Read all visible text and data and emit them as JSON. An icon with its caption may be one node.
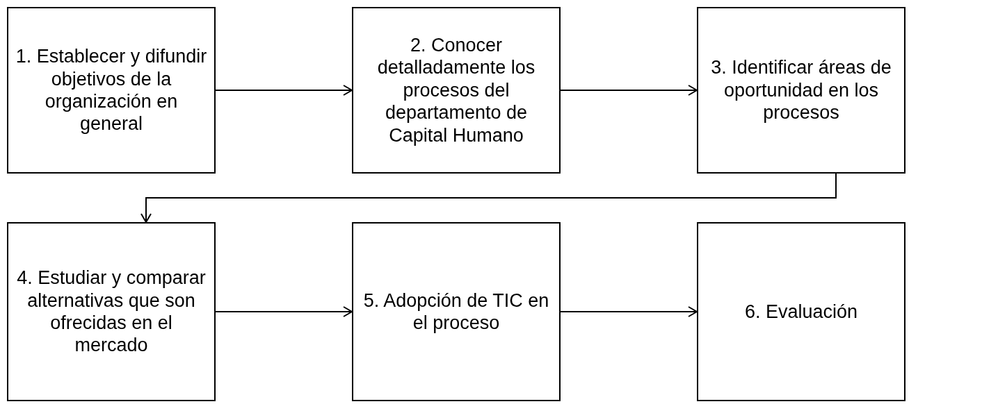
{
  "diagram": {
    "nodes": [
      {
        "text": [
          "1. Establecer y difundir objetivos de la organización en general"
        ]
      },
      {
        "text": [
          "2. Conocer detalladamente los procesos del departamento de Capital Humano"
        ]
      },
      {
        "text": [
          "3. Identificar áreas de oportunidad en los procesos"
        ]
      },
      {
        "text": [
          "4. Estudiar y comparar alternativas que son ofrecidas en el mercado"
        ]
      },
      {
        "text": [
          "5. Adopción de TIC en el proceso"
        ]
      },
      {
        "text": [
          "6. Evaluación"
        ]
      }
    ],
    "edges": [
      {
        "from": 0,
        "to": 1,
        "arrow": "to"
      },
      {
        "from": 1,
        "to": 2,
        "arrow": "to"
      },
      {
        "from": 2,
        "to": 3,
        "arrow": "to"
      },
      {
        "from": 3,
        "to": 4,
        "arrow": "to"
      },
      {
        "from": 4,
        "to": 5,
        "arrow": "to"
      }
    ]
  }
}
